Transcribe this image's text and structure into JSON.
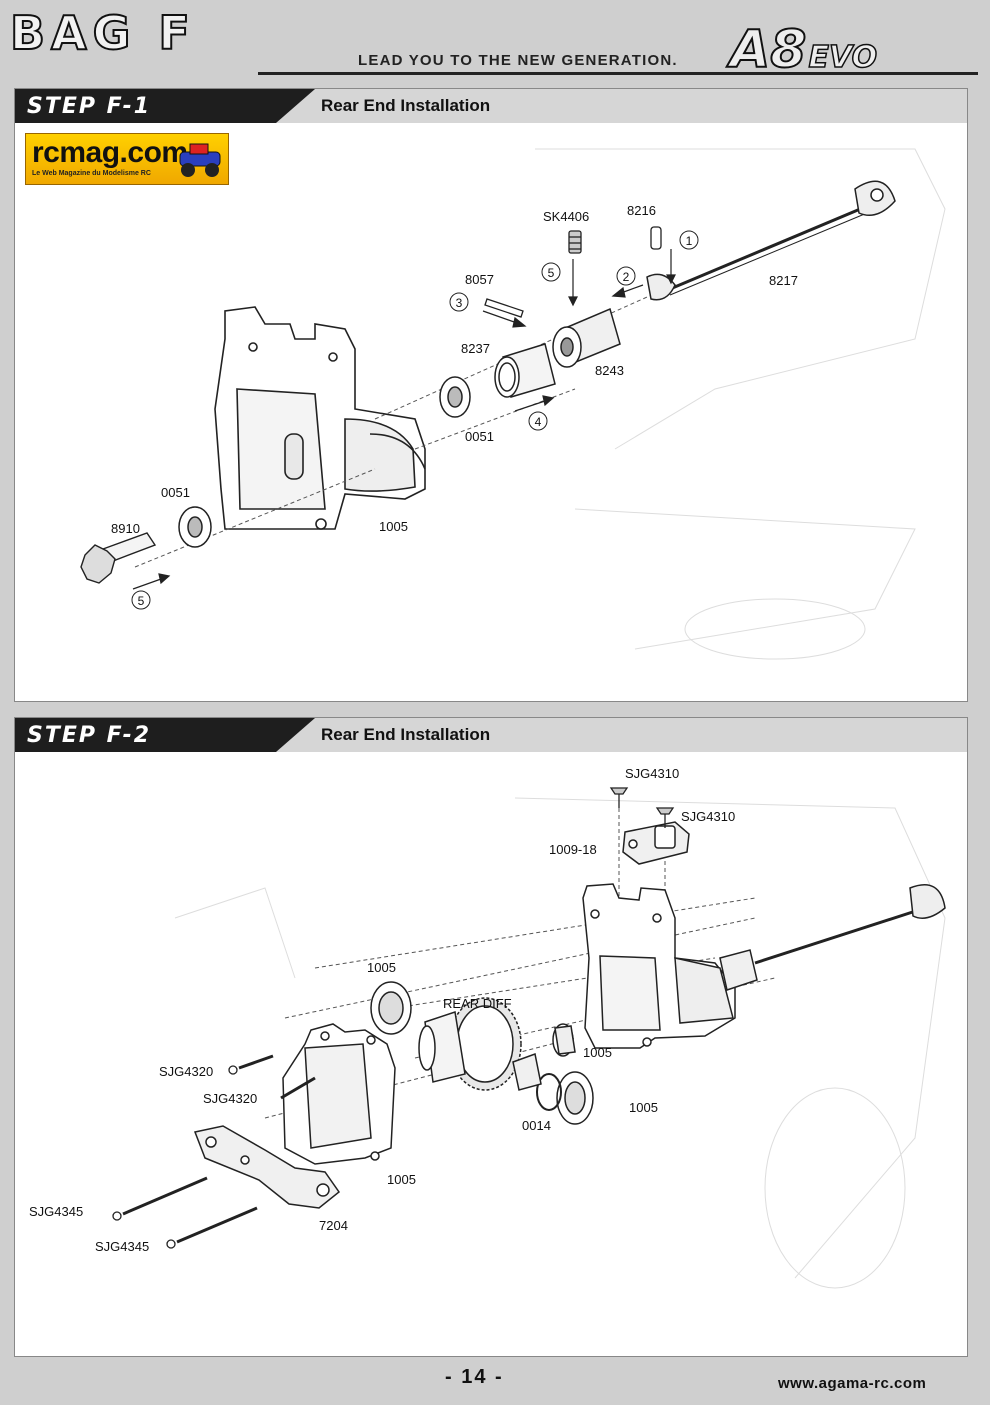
{
  "header": {
    "bag_title": "BAG F",
    "tagline": "LEAD YOU TO THE NEW GENERATION.",
    "brand_main": "A8",
    "brand_suffix": "EVO"
  },
  "watermark": {
    "name": "rcmag.com",
    "subtitle": "Le Web Magazine du Modelisme RC"
  },
  "steps": [
    {
      "label": "STEP F-1",
      "title": "Rear End Installation",
      "parts": {
        "p1": "SK4406",
        "p2": "8216",
        "p3": "8217",
        "p4": "8057",
        "p5": "8237",
        "p6": "8243",
        "p7": "0051",
        "p8": "0051",
        "p9": "8910",
        "p10": "1005"
      },
      "callouts": {
        "c1": "1",
        "c2": "2",
        "c3": "3",
        "c4": "4",
        "c5a": "5",
        "c5b": "5"
      }
    },
    {
      "label": "STEP F-2",
      "title": "Rear End Installation",
      "parts": {
        "p1": "SJG4310",
        "p2": "SJG4310",
        "p3": "1009-18",
        "p4": "1005",
        "p5": "REAR DIFF",
        "p6": "1005",
        "p7": "SJG4320",
        "p8": "SJG4320",
        "p9": "0014",
        "p10": "1005",
        "p11": "1005",
        "p12": "SJG4345",
        "p13": "7204",
        "p14": "SJG4345"
      }
    }
  ],
  "footer": {
    "page_number": "- 14 -",
    "url": "www.agama-rc.com"
  }
}
